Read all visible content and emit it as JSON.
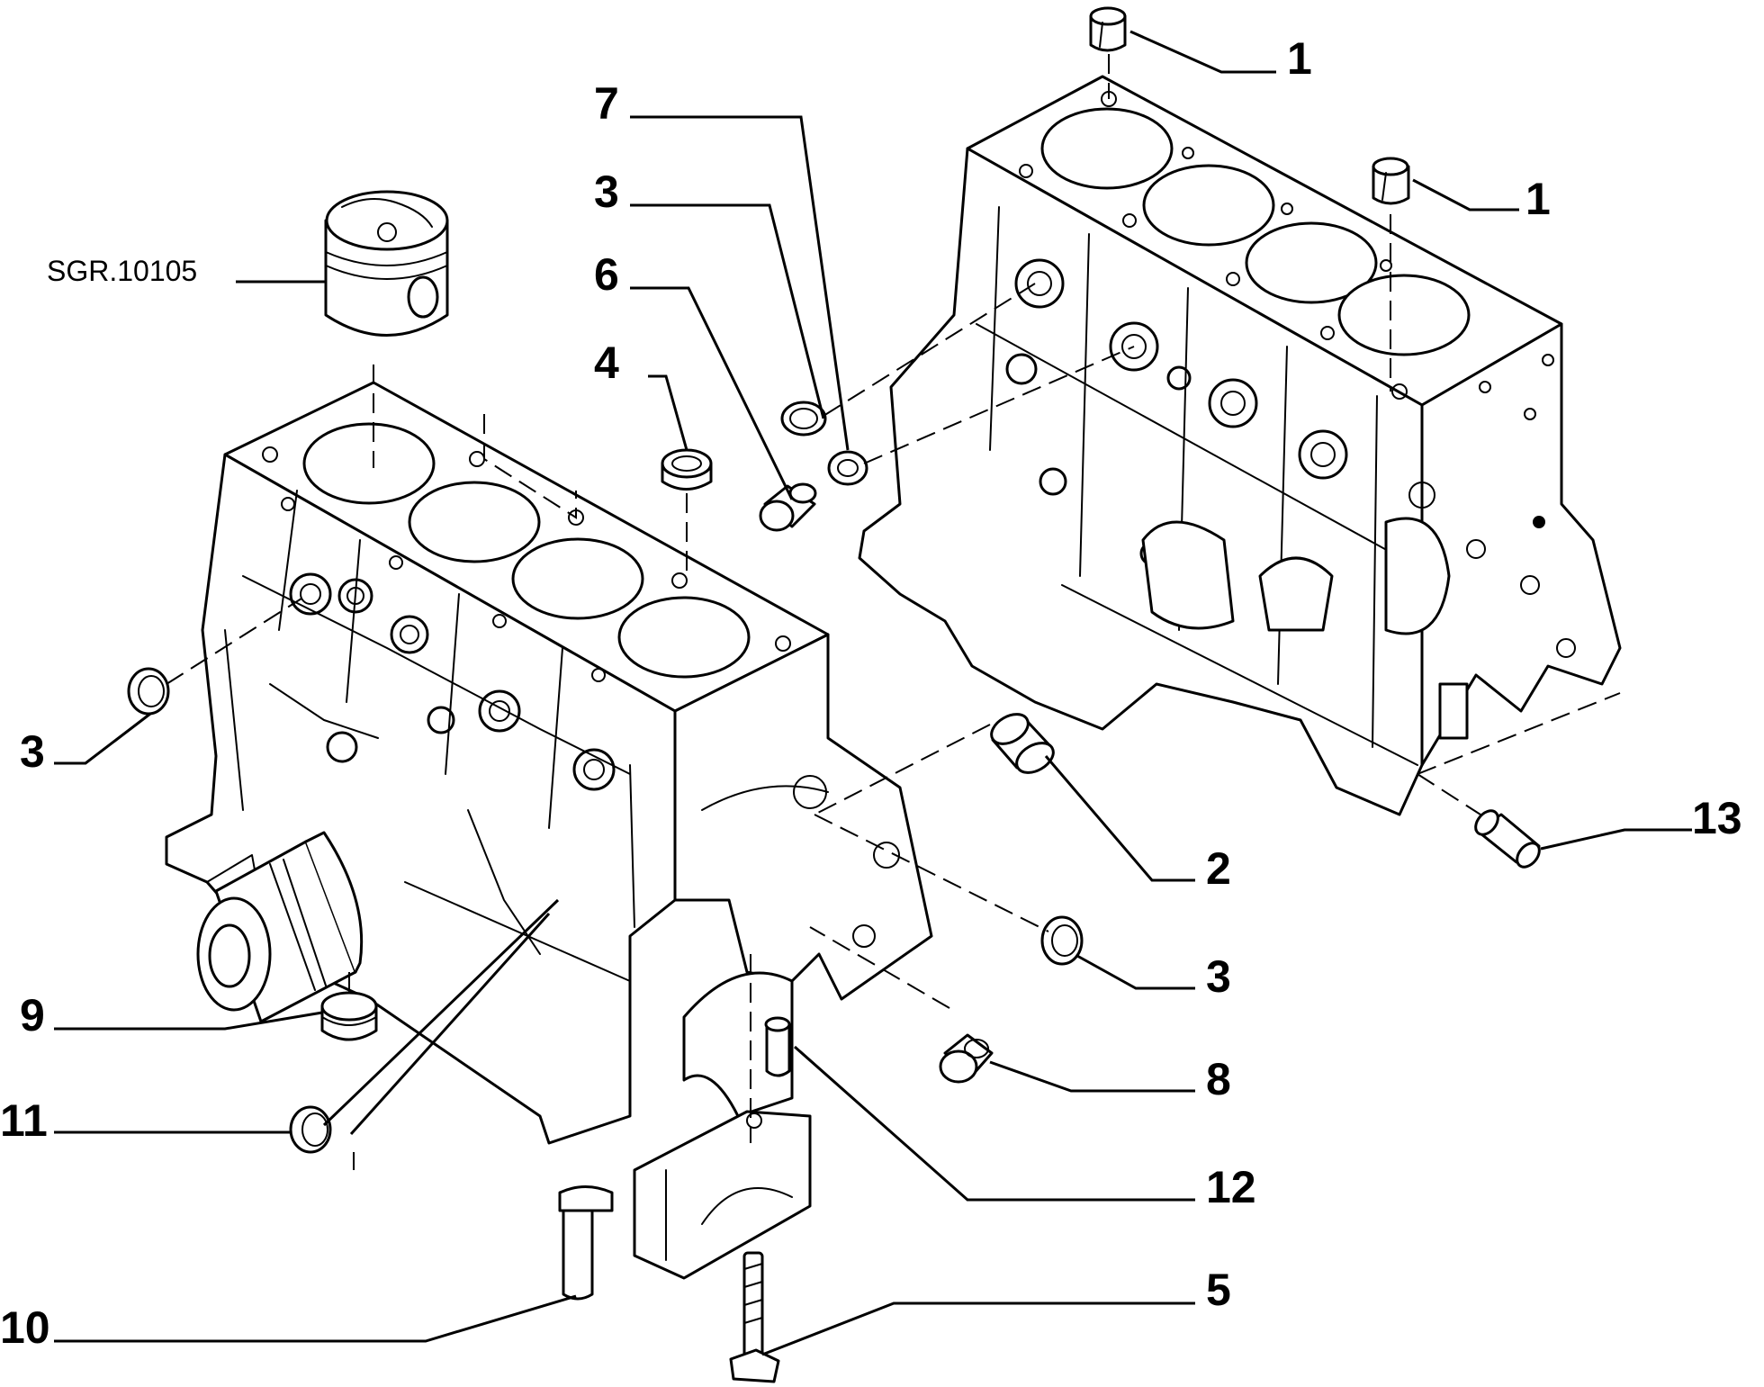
{
  "reference_label": "SGR.10105",
  "callouts": {
    "c1a": "1",
    "c1b": "1",
    "c2": "2",
    "c3a": "3",
    "c3b": "3",
    "c3c": "3",
    "c4": "4",
    "c5": "5",
    "c6": "6",
    "c7": "7",
    "c8": "8",
    "c9": "9",
    "c10": "10",
    "c11": "11",
    "c12": "12",
    "c13": "13"
  }
}
